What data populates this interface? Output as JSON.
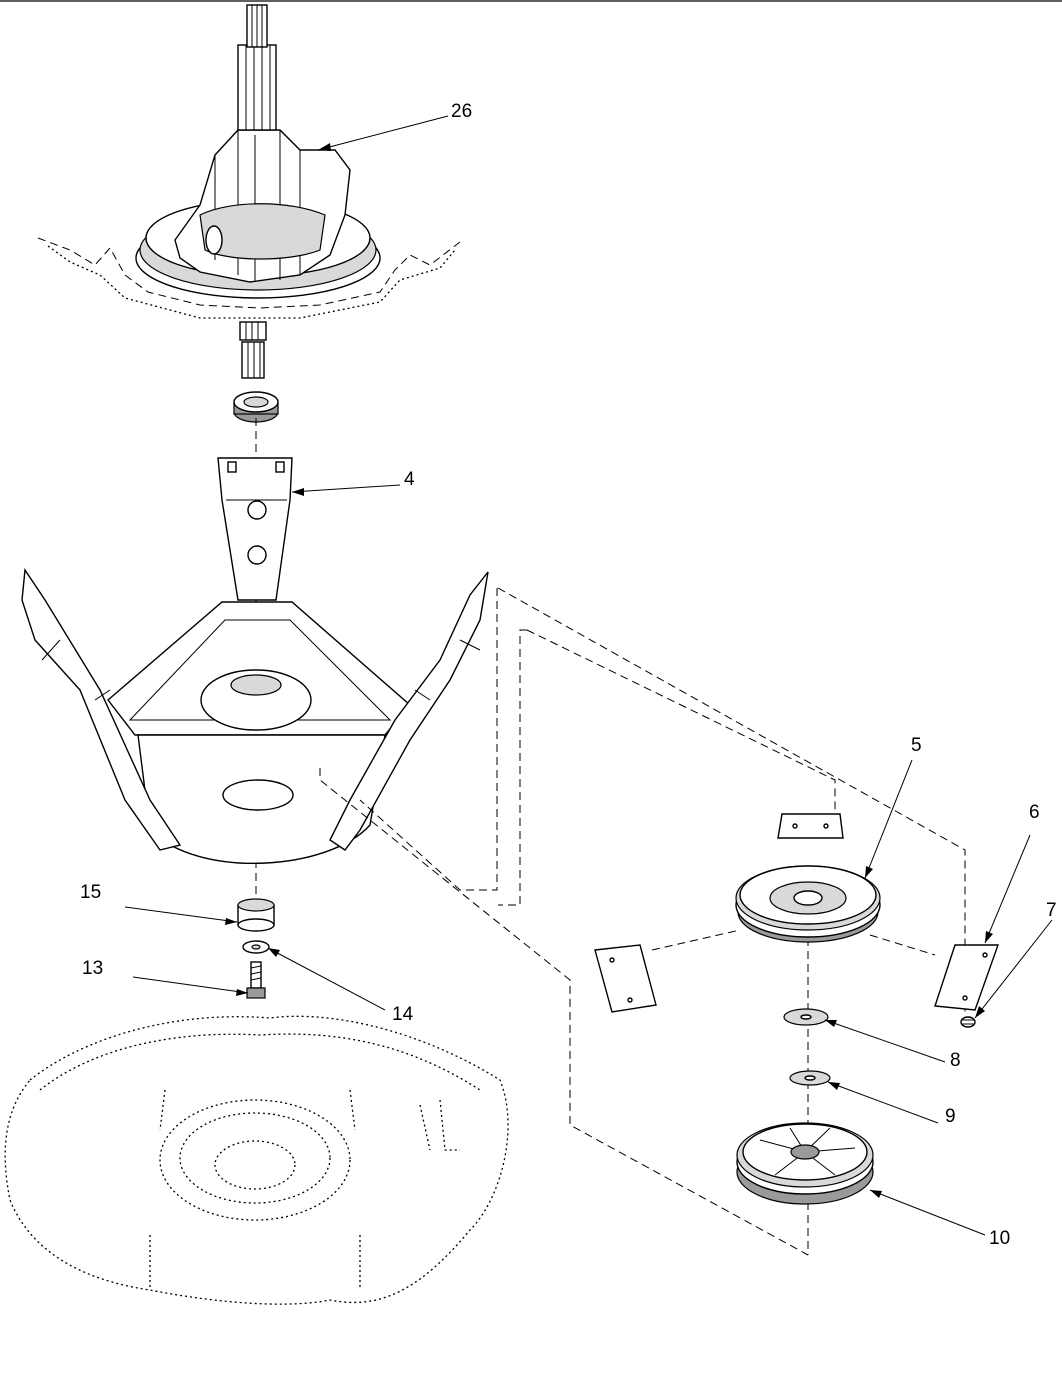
{
  "callouts": [
    {
      "id": "26",
      "label": "26"
    },
    {
      "id": "4",
      "label": "4"
    },
    {
      "id": "5",
      "label": "5"
    },
    {
      "id": "6",
      "label": "6"
    },
    {
      "id": "7",
      "label": "7"
    },
    {
      "id": "8",
      "label": "8"
    },
    {
      "id": "9",
      "label": "9"
    },
    {
      "id": "10",
      "label": "10"
    },
    {
      "id": "13",
      "label": "13"
    },
    {
      "id": "14",
      "label": "14"
    },
    {
      "id": "15",
      "label": "15"
    }
  ]
}
